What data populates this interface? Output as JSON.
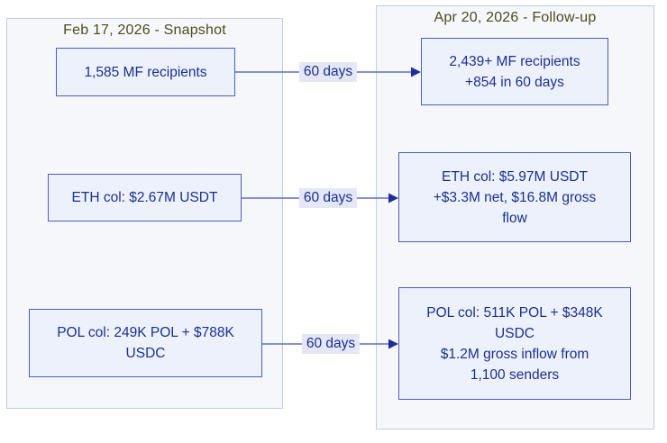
{
  "clusters": [
    {
      "id": "snapshot",
      "title": "Feb 17, 2026 - Snapshot"
    },
    {
      "id": "followup",
      "title": "Apr 20, 2026 - Follow-up"
    }
  ],
  "nodes": {
    "before_recipients": {
      "lines": [
        "1,585 MF recipients"
      ]
    },
    "before_eth": {
      "lines": [
        "ETH col: $2.67M USDT"
      ]
    },
    "before_pol": {
      "lines": [
        "POL col: 249K POL + $788K",
        "USDC"
      ]
    },
    "after_recipients": {
      "lines": [
        "2,439+ MF recipients",
        "+854 in 60 days"
      ]
    },
    "after_eth": {
      "lines": [
        "ETH col: $5.97M USDT",
        "+$3.3M net, $16.8M gross",
        "flow"
      ]
    },
    "after_pol": {
      "lines": [
        "POL col: 511K POL + $348K",
        "USDC",
        "$1.2M gross inflow from",
        "1,100 senders"
      ]
    }
  },
  "edges": [
    {
      "from": "before_recipients",
      "to": "after_recipients",
      "label": "60 days"
    },
    {
      "from": "before_eth",
      "to": "after_eth",
      "label": "60 days"
    },
    {
      "from": "before_pol",
      "to": "after_pol",
      "label": "60 days"
    }
  ],
  "colors": {
    "page_bg": "#ffffff",
    "cluster_bg": "#f6f7fb",
    "cluster_border": "#c3cbe5",
    "cluster_title": "#4c4c1e",
    "node_bg": "#edf1fb",
    "node_border": "#4a5fc0",
    "node_text": "#1b2f91",
    "edge_line": "#5b6fce",
    "arrowhead": "#1f2d9a",
    "edge_label_bg": "#e4e7f6"
  }
}
